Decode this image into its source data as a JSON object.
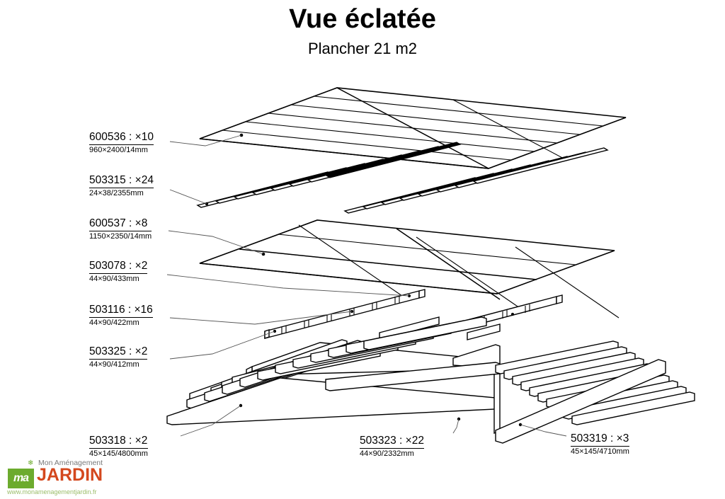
{
  "title": {
    "main": "Vue éclatée",
    "sub": "Plancher 21 m2"
  },
  "parts": [
    {
      "ref": "600536 : ×10",
      "dim": "960×2400/14mm"
    },
    {
      "ref": "503315 : ×24",
      "dim": "24×38/2355mm"
    },
    {
      "ref": "600537 : ×8",
      "dim": "1150×2350/14mm"
    },
    {
      "ref": "503078 : ×2",
      "dim": "44×90/433mm"
    },
    {
      "ref": "503116 : ×16",
      "dim": "44×90/422mm"
    },
    {
      "ref": "503325 : ×2",
      "dim": "44×90/412mm"
    },
    {
      "ref": "503318 : ×2",
      "dim": "45×145/4800mm"
    },
    {
      "ref": "503323 : ×22",
      "dim": "44×90/2332mm"
    },
    {
      "ref": "503319 : ×3",
      "dim": "45×145/4710mm"
    }
  ],
  "logo": {
    "mark": "ma",
    "leaf_icon": "leaf-icon",
    "tagline": "Mon Aménagement",
    "brand": "JARDIN",
    "url": "www.monamenagementjardin.fr",
    "green": "#6cab2e",
    "orange": "#d4481e"
  },
  "colors": {
    "line": "#000000",
    "leader": "#555555",
    "background": "#ffffff"
  }
}
